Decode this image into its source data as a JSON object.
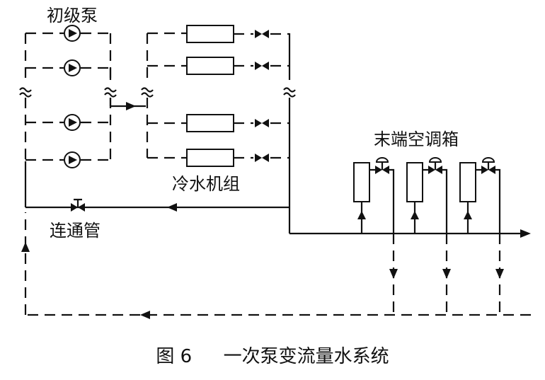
{
  "labels": {
    "primary_pump": "初级泵",
    "chiller_units": "冷水机组",
    "bypass_pipe": "连通管",
    "terminal_ahu": "末端空调箱"
  },
  "caption": {
    "figure": "图 6",
    "title": "一次泵变流量水系统"
  }
}
